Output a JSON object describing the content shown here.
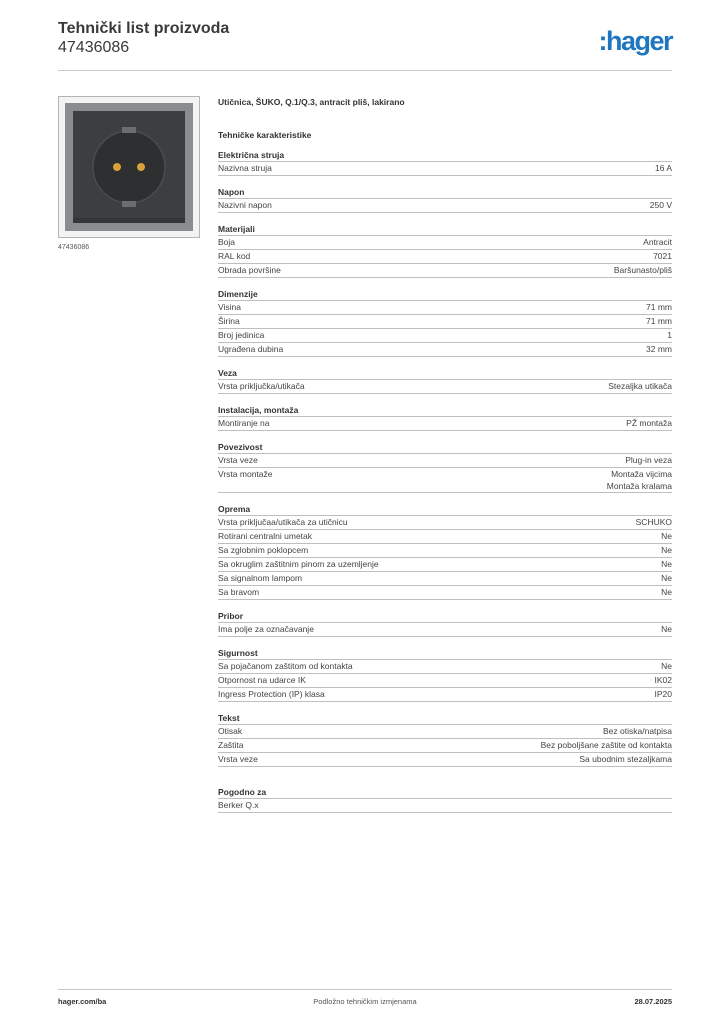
{
  "header": {
    "title": "Tehnički list proizvoda",
    "number": "47436086",
    "brand": ":hager"
  },
  "image": {
    "caption": "47436086",
    "colors": {
      "frame": "#8a8d90",
      "plate": "#3d3e40",
      "cup": "#2e2f31",
      "hole": "#d9a13a"
    }
  },
  "product": {
    "name": "Utičnica, ŠUKO, Q.1/Q.3, antracit pliš, lakirano",
    "section_title": "Tehničke karakteristike"
  },
  "groups": [
    {
      "title": "Električna struja",
      "rows": [
        {
          "label": "Nazivna struja",
          "value": "16 A"
        }
      ]
    },
    {
      "title": "Napon",
      "rows": [
        {
          "label": "Nazivni napon",
          "value": "250 V"
        }
      ]
    },
    {
      "title": "Materijali",
      "rows": [
        {
          "label": "Boja",
          "value": "Antracit"
        },
        {
          "label": "RAL kod",
          "value": "7021"
        },
        {
          "label": "Obrada površine",
          "value": "Baršunasto/pliš"
        }
      ]
    },
    {
      "title": "Dimenzije",
      "rows": [
        {
          "label": "Visina",
          "value": "71 mm"
        },
        {
          "label": "Širina",
          "value": "71 mm"
        },
        {
          "label": "Broj jedinica",
          "value": "1"
        },
        {
          "label": "Ugrađena dubina",
          "value": "32 mm"
        }
      ]
    },
    {
      "title": "Veza",
      "rows": [
        {
          "label": "Vrsta priključka/utikača",
          "value": "Stezaljka utikača"
        }
      ]
    },
    {
      "title": "Instalacija, montaža",
      "rows": [
        {
          "label": "Montiranje na",
          "value": "PŽ montaža"
        }
      ]
    },
    {
      "title": "Povezivost",
      "rows": [
        {
          "label": "Vrsta veze",
          "value": "Plug-in veza"
        },
        {
          "label": "Vrsta montaže",
          "value": "Montaža vijcima",
          "value2": "Montaža kralama"
        }
      ]
    },
    {
      "title": "Oprema",
      "rows": [
        {
          "label": "Vrsta priključaa/utikača za utičnicu",
          "value": "SCHUKO"
        },
        {
          "label": "Rotirani centralni umetak",
          "value": "Ne"
        },
        {
          "label": "Sa zglobnim poklopcem",
          "value": "Ne"
        },
        {
          "label": "Sa okruglim zaštitnim pinom za uzemljenje",
          "value": "Ne"
        },
        {
          "label": "Sa signalnom lampom",
          "value": "Ne"
        },
        {
          "label": "Sa bravom",
          "value": "Ne"
        }
      ]
    },
    {
      "title": "Pribor",
      "rows": [
        {
          "label": "Ima polje za označavanje",
          "value": "Ne"
        }
      ]
    },
    {
      "title": "Sigurnost",
      "rows": [
        {
          "label": "Sa pojačanom zaštitom od kontakta",
          "value": "Ne"
        },
        {
          "label": "Otpornost na udarce IK",
          "value": "IK02"
        },
        {
          "label": "Ingress Protection (IP) klasa",
          "value": "IP20"
        }
      ]
    },
    {
      "title": "Tekst",
      "rows": [
        {
          "label": "Otisak",
          "value": "Bez otiska/natpisa"
        },
        {
          "label": "Zaštita",
          "value": "Bez poboljšane zaštite od kontakta"
        },
        {
          "label": "Vrsta veze",
          "value": "Sa ubodnim stezaljkama"
        }
      ]
    }
  ],
  "suitable": {
    "title": "Pogodno za",
    "rows": [
      {
        "label": "Berker Q.x",
        "value": ""
      }
    ]
  },
  "footer": {
    "left": "hager.com/ba",
    "center": "Podložno tehničkim izmjenama",
    "right": "28.07.2025"
  }
}
